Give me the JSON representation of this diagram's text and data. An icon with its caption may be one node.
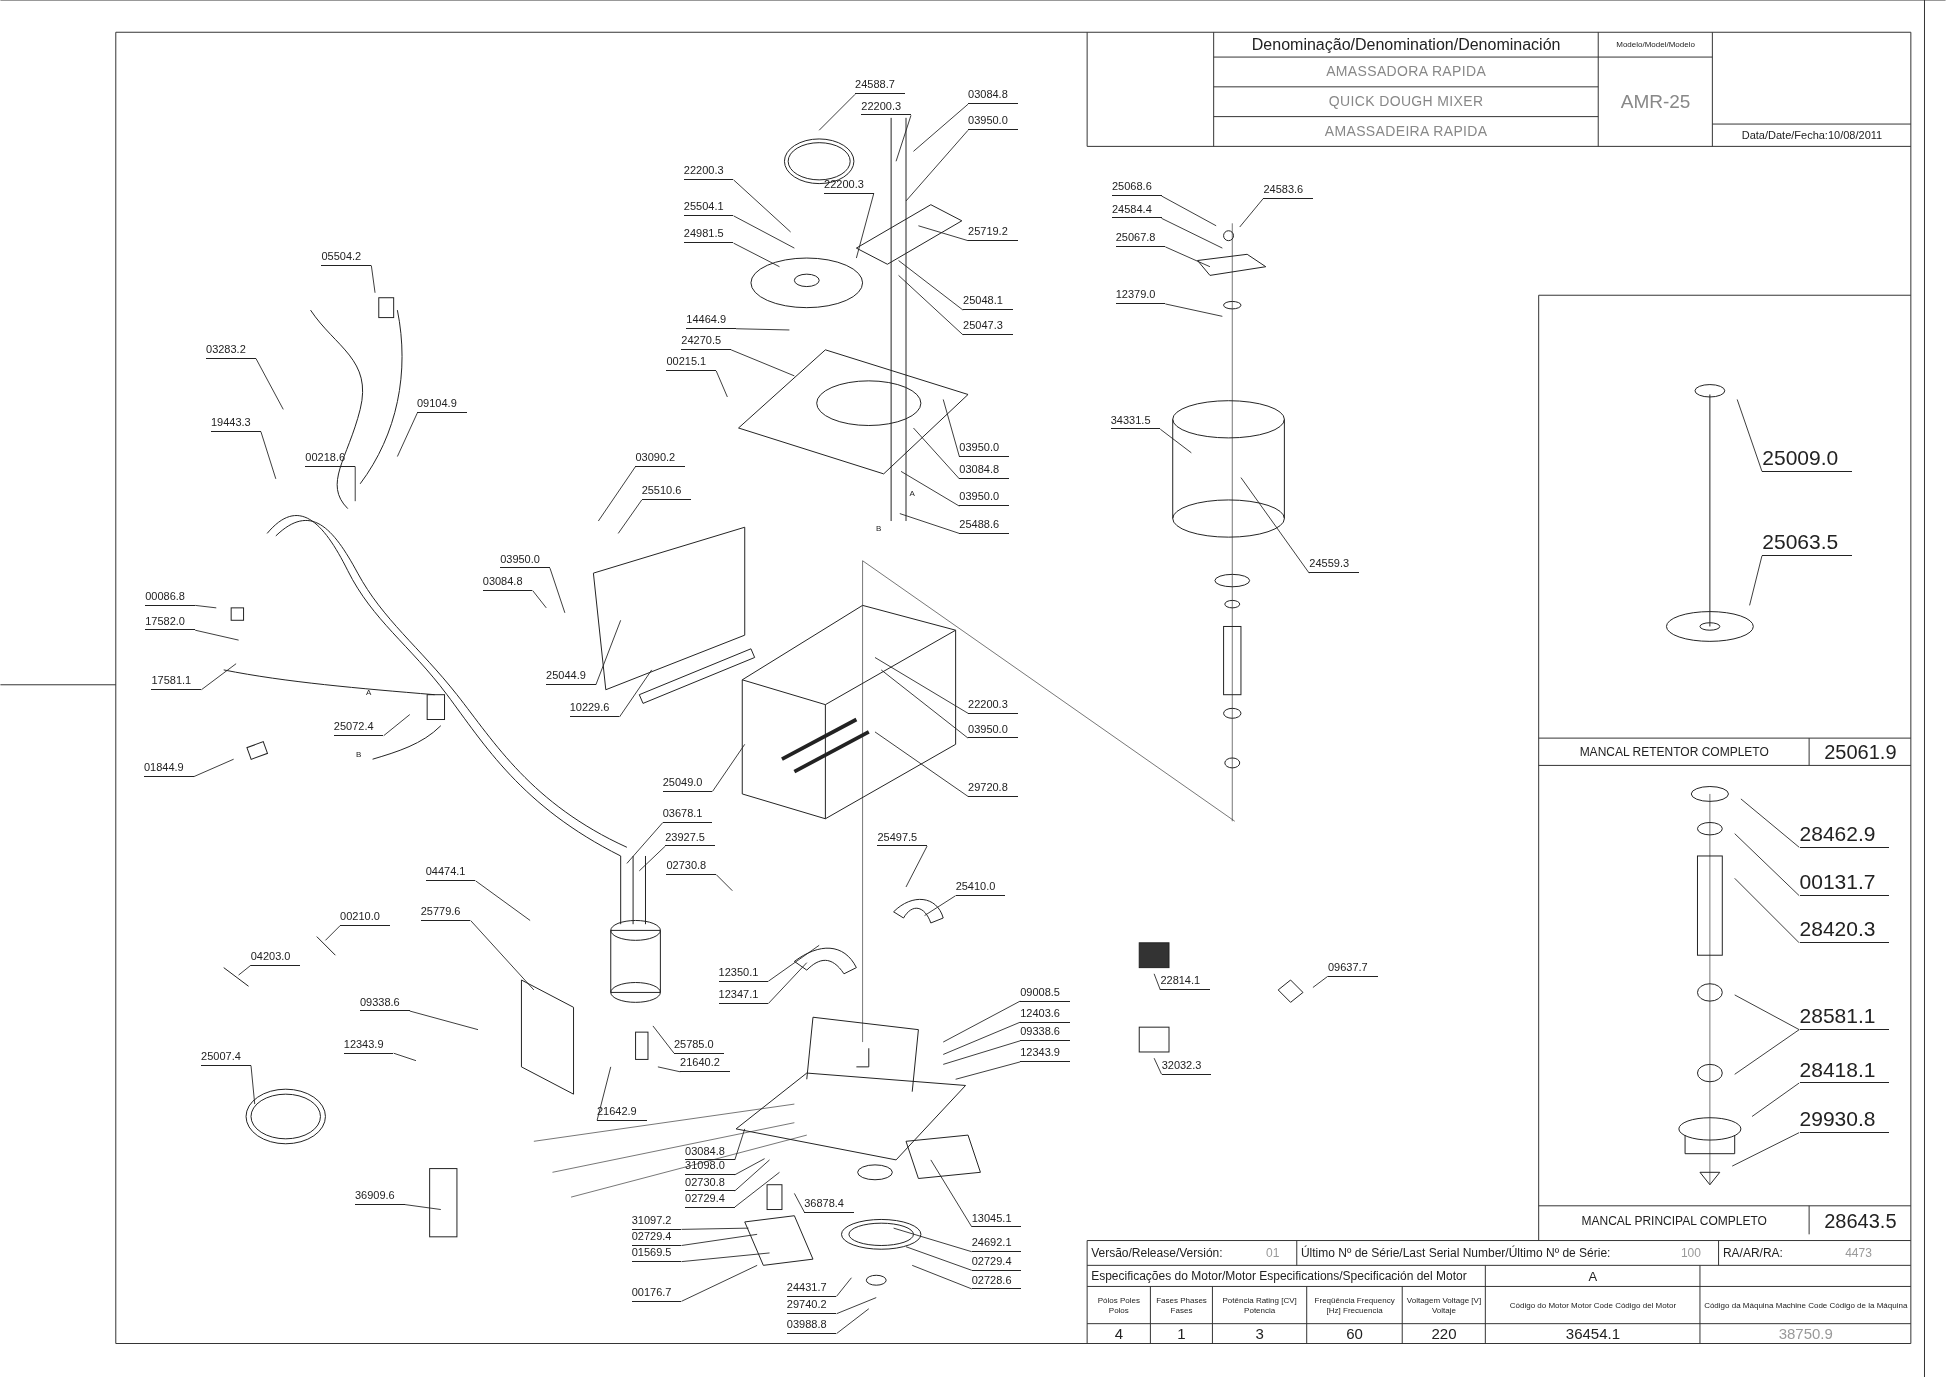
{
  "diagram": {
    "nodes": [
      {
        "text": [
          "24588.7"
        ]
      },
      {
        "text": [
          "03084.8"
        ]
      },
      {
        "text": [
          "22200.3"
        ]
      },
      {
        "text": [
          "03950.0"
        ]
      },
      {
        "text": [
          "22200.3"
        ]
      },
      {
        "text": [
          "22200.3"
        ]
      },
      {
        "text": [
          "25719.2"
        ]
      },
      {
        "text": [
          "25504.1"
        ]
      },
      {
        "text": [
          "24981.5"
        ]
      },
      {
        "text": [
          "25048.1"
        ]
      },
      {
        "text": [
          "25047.3"
        ]
      },
      {
        "text": [
          "14464.9"
        ]
      },
      {
        "text": [
          "24270.5"
        ]
      },
      {
        "text": [
          "00215.1"
        ]
      },
      {
        "text": [
          "03950.0"
        ]
      },
      {
        "text": [
          "03084.8"
        ]
      },
      {
        "text": [
          "03950.0"
        ]
      },
      {
        "text": [
          "25488.6"
        ]
      },
      {
        "text": [
          "03090.2"
        ]
      },
      {
        "text": [
          "25510.6"
        ]
      },
      {
        "text": [
          "03950.0"
        ]
      },
      {
        "text": [
          "03084.8"
        ]
      },
      {
        "text": [
          "25044.9"
        ]
      },
      {
        "text": [
          "10229.6"
        ]
      },
      {
        "text": [
          "22200.3"
        ]
      },
      {
        "text": [
          "03950.0"
        ]
      },
      {
        "text": [
          "25049.0"
        ]
      },
      {
        "text": [
          "29720.8"
        ]
      },
      {
        "text": [
          "05504.2"
        ]
      },
      {
        "text": [
          "03283.2"
        ]
      },
      {
        "text": [
          "19443.3"
        ]
      },
      {
        "text": [
          "00218.6"
        ]
      },
      {
        "text": [
          "09104.9"
        ]
      },
      {
        "text": [
          "00086.8"
        ]
      },
      {
        "text": [
          "17582.0"
        ]
      },
      {
        "text": [
          "17581.1"
        ]
      },
      {
        "text": [
          "25072.4"
        ]
      },
      {
        "text": [
          "01844.9"
        ]
      },
      {
        "text": [
          "03678.1"
        ]
      },
      {
        "text": [
          "23927.5"
        ]
      },
      {
        "text": [
          "02730.8"
        ]
      },
      {
        "text": [
          "25497.5"
        ]
      },
      {
        "text": [
          "25410.0"
        ]
      },
      {
        "text": [
          "04474.1"
        ]
      },
      {
        "text": [
          "00210.0"
        ]
      },
      {
        "text": [
          "25779.6"
        ]
      },
      {
        "text": [
          "04203.0"
        ]
      },
      {
        "text": [
          "12350.1"
        ]
      },
      {
        "text": [
          "12347.1"
        ]
      },
      {
        "text": [
          "09008.5"
        ]
      },
      {
        "text": [
          "12403.6"
        ]
      },
      {
        "text": [
          "09338.6"
        ]
      },
      {
        "text": [
          "12343.9"
        ]
      },
      {
        "text": [
          "09338.6"
        ]
      },
      {
        "text": [
          "12343.9"
        ]
      },
      {
        "text": [
          "25785.0"
        ]
      },
      {
        "text": [
          "21640.2"
        ]
      },
      {
        "text": [
          "25007.4"
        ]
      },
      {
        "text": [
          "21642.9"
        ]
      },
      {
        "text": [
          "03084.8"
        ]
      },
      {
        "text": [
          "31098.0"
        ]
      },
      {
        "text": [
          "02730.8"
        ]
      },
      {
        "text": [
          "02729.4"
        ]
      },
      {
        "text": [
          "36878.4"
        ]
      },
      {
        "text": [
          "31097.2"
        ]
      },
      {
        "text": [
          "02729.4"
        ]
      },
      {
        "text": [
          "01569.5"
        ]
      },
      {
        "text": [
          "13045.1"
        ]
      },
      {
        "text": [
          "24692.1"
        ]
      },
      {
        "text": [
          "02729.4"
        ]
      },
      {
        "text": [
          "02728.6"
        ]
      },
      {
        "text": [
          "00176.7"
        ]
      },
      {
        "text": [
          "24431.7"
        ]
      },
      {
        "text": [
          "29740.2"
        ]
      },
      {
        "text": [
          "03988.8"
        ]
      },
      {
        "text": [
          "36909.6"
        ]
      },
      {
        "text": [
          "22814.1"
        ]
      },
      {
        "text": [
          "32032.3"
        ]
      },
      {
        "text": [
          "09637.7"
        ]
      },
      {
        "text": [
          "25068.6"
        ]
      },
      {
        "text": [
          "24583.6"
        ]
      },
      {
        "text": [
          "24584.4"
        ]
      },
      {
        "text": [
          "25067.8"
        ]
      },
      {
        "text": [
          "12379.0"
        ]
      },
      {
        "text": [
          "34331.5"
        ]
      },
      {
        "text": [
          "24559.3"
        ]
      },
      {
        "text": [
          "25009.0"
        ]
      },
      {
        "text": [
          "25063.5"
        ]
      },
      {
        "text": [
          "28462.9"
        ]
      },
      {
        "text": [
          "00131.7"
        ]
      },
      {
        "text": [
          "28420.3"
        ]
      },
      {
        "text": [
          "28581.1"
        ]
      },
      {
        "text": [
          "28418.1"
        ]
      },
      {
        "text": [
          "29930.8"
        ]
      }
    ],
    "edges": [
      {
        "from": 0,
        "to": null,
        "arrow": "none"
      },
      {
        "from": 1,
        "to": null,
        "arrow": "none"
      },
      {
        "from": 2,
        "to": null,
        "arrow": "none"
      },
      {
        "from": 3,
        "to": null,
        "arrow": "none"
      },
      {
        "from": 4,
        "to": null,
        "arrow": "none"
      },
      {
        "from": 5,
        "to": null,
        "arrow": "none"
      },
      {
        "from": 6,
        "to": null,
        "arrow": "none"
      },
      {
        "from": 7,
        "to": null,
        "arrow": "none"
      },
      {
        "from": 8,
        "to": null,
        "arrow": "none"
      },
      {
        "from": 9,
        "to": null,
        "arrow": "none"
      },
      {
        "from": 10,
        "to": null,
        "arrow": "none"
      },
      {
        "from": 11,
        "to": null,
        "arrow": "none"
      },
      {
        "from": 12,
        "to": null,
        "arrow": "none"
      },
      {
        "from": 13,
        "to": null,
        "arrow": "none"
      },
      {
        "from": 14,
        "to": null,
        "arrow": "none"
      },
      {
        "from": 15,
        "to": null,
        "arrow": "none"
      },
      {
        "from": 16,
        "to": null,
        "arrow": "none"
      },
      {
        "from": 17,
        "to": null,
        "arrow": "none"
      },
      {
        "from": 18,
        "to": null,
        "arrow": "none"
      },
      {
        "from": 19,
        "to": null,
        "arrow": "none"
      },
      {
        "from": 20,
        "to": null,
        "arrow": "none"
      },
      {
        "from": 21,
        "to": null,
        "arrow": "none"
      },
      {
        "from": 22,
        "to": null,
        "arrow": "none"
      },
      {
        "from": 23,
        "to": null,
        "arrow": "none"
      },
      {
        "from": 24,
        "to": null,
        "arrow": "none"
      },
      {
        "from": 25,
        "to": null,
        "arrow": "none"
      },
      {
        "from": 26,
        "to": null,
        "arrow": "none"
      },
      {
        "from": 27,
        "to": null,
        "arrow": "none"
      },
      {
        "from": 28,
        "to": null,
        "arrow": "none"
      },
      {
        "from": 29,
        "to": null,
        "arrow": "none"
      },
      {
        "from": 30,
        "to": null,
        "arrow": "none"
      },
      {
        "from": 31,
        "to": null,
        "arrow": "none"
      },
      {
        "from": 32,
        "to": null,
        "arrow": "none"
      },
      {
        "from": 33,
        "to": null,
        "arrow": "none"
      },
      {
        "from": 34,
        "to": null,
        "arrow": "none"
      },
      {
        "from": 35,
        "to": null,
        "arrow": "none"
      },
      {
        "from": 36,
        "to": null,
        "arrow": "none"
      },
      {
        "from": 37,
        "to": null,
        "arrow": "none"
      },
      {
        "from": 38,
        "to": null,
        "arrow": "none"
      },
      {
        "from": 39,
        "to": null,
        "arrow": "none"
      },
      {
        "from": 40,
        "to": null,
        "arrow": "none"
      },
      {
        "from": 41,
        "to": null,
        "arrow": "none"
      },
      {
        "from": 42,
        "to": null,
        "arrow": "none"
      },
      {
        "from": 43,
        "to": null,
        "arrow": "none"
      },
      {
        "from": 44,
        "to": null,
        "arrow": "none"
      },
      {
        "from": 45,
        "to": null,
        "arrow": "none"
      },
      {
        "from": 46,
        "to": null,
        "arrow": "none"
      },
      {
        "from": 47,
        "to": null,
        "arrow": "none"
      },
      {
        "from": 48,
        "to": null,
        "arrow": "none"
      },
      {
        "from": 49,
        "to": null,
        "arrow": "none"
      },
      {
        "from": 50,
        "to": null,
        "arrow": "none"
      },
      {
        "from": 51,
        "to": null,
        "arrow": "none"
      },
      {
        "from": 52,
        "to": null,
        "arrow": "none"
      },
      {
        "from": 53,
        "to": null,
        "arrow": "none"
      },
      {
        "from": 54,
        "to": null,
        "arrow": "none"
      },
      {
        "from": 55,
        "to": null,
        "arrow": "none"
      },
      {
        "from": 56,
        "to": null,
        "arrow": "none"
      },
      {
        "from": 57,
        "to": null,
        "arrow": "none"
      },
      {
        "from": 58,
        "to": null,
        "arrow": "none"
      },
      {
        "from": 59,
        "to": null,
        "arrow": "none"
      },
      {
        "from": 60,
        "to": null,
        "arrow": "none"
      },
      {
        "from": 61,
        "to": null,
        "arrow": "none"
      },
      {
        "from": 62,
        "to": null,
        "arrow": "none"
      },
      {
        "from": 63,
        "to": null,
        "arrow": "none"
      },
      {
        "from": 64,
        "to": null,
        "arrow": "none"
      },
      {
        "from": 65,
        "to": null,
        "arrow": "none"
      },
      {
        "from": 66,
        "to": null,
        "arrow": "none"
      },
      {
        "from": 67,
        "to": null,
        "arrow": "none"
      },
      {
        "from": 68,
        "to": null,
        "arrow": "none"
      },
      {
        "from": 69,
        "to": null,
        "arrow": "none"
      },
      {
        "from": 70,
        "to": null,
        "arrow": "none"
      },
      {
        "from": 71,
        "to": null,
        "arrow": "none"
      },
      {
        "from": 72,
        "to": null,
        "arrow": "none"
      },
      {
        "from": 73,
        "to": null,
        "arrow": "none"
      },
      {
        "from": 74,
        "to": null,
        "arrow": "none"
      },
      {
        "from": 75,
        "to": null,
        "arrow": "none"
      },
      {
        "from": 76,
        "to": null,
        "arrow": "none"
      },
      {
        "from": 77,
        "to": null,
        "arrow": "none"
      },
      {
        "from": 78,
        "to": null,
        "arrow": "none"
      },
      {
        "from": 79,
        "to": null,
        "arrow": "none"
      },
      {
        "from": 80,
        "to": null,
        "arrow": "none"
      },
      {
        "from": 81,
        "to": null,
        "arrow": "none"
      },
      {
        "from": 82,
        "to": null,
        "arrow": "none"
      },
      {
        "from": 83,
        "to": null,
        "arrow": "none"
      },
      {
        "from": 84,
        "to": null,
        "arrow": "none"
      },
      {
        "from": 85,
        "to": null,
        "arrow": "none"
      },
      {
        "from": 86,
        "to": null,
        "arrow": "none"
      },
      {
        "from": 87,
        "to": null,
        "arrow": "none"
      },
      {
        "from": 88,
        "to": null,
        "arrow": "none"
      },
      {
        "from": 89,
        "to": null,
        "arrow": "none"
      },
      {
        "from": 90,
        "to": null,
        "arrow": "none"
      },
      {
        "from": 91,
        "to": null,
        "arrow": "none"
      },
      {
        "from": 91,
        "to": null,
        "arrow": "none"
      },
      {
        "from": 92,
        "to": null,
        "arrow": "none"
      },
      {
        "from": 93,
        "to": null,
        "arrow": "none"
      }
    ],
    "labels": [
      "Denominação/Denomination/Denominación",
      "Modelo/Model/Modelo",
      "AMASSADORA RAPIDA",
      "QUICK DOUGH MIXER",
      "AMR-25",
      "AMASSADEIRA RAPIDA",
      "Data/Date/Fecha:10/08/2011",
      "MANCAL RETENTOR COMPLETO",
      "25061.9",
      "MANCAL PRINCIPAL COMPLETO",
      "28643.5",
      "Versão/Release/Versión:",
      "01",
      "Último Nº de Série/Last Serial Number/Último Nº de Série:",
      "100",
      "RA/AR/RA:",
      "4473",
      "Especificações do Motor/Motor Especifications/Specificación del Motor",
      "A",
      "Pólos Poles Polos",
      "Fases Phases Fases",
      "Potência Rating [CV] Potencia",
      "Freqüência Frequency [Hz] Frecuencia",
      "Voltagem Voltage [V] Voltaje",
      "Código do Motor Motor Code Código del Motor",
      "Código da Máquina Machine Code Código de la Máquina",
      "4",
      "1",
      "3",
      "60",
      "220",
      "36454.1",
      "38750.9",
      "A",
      "B",
      "A",
      "B"
    ]
  }
}
